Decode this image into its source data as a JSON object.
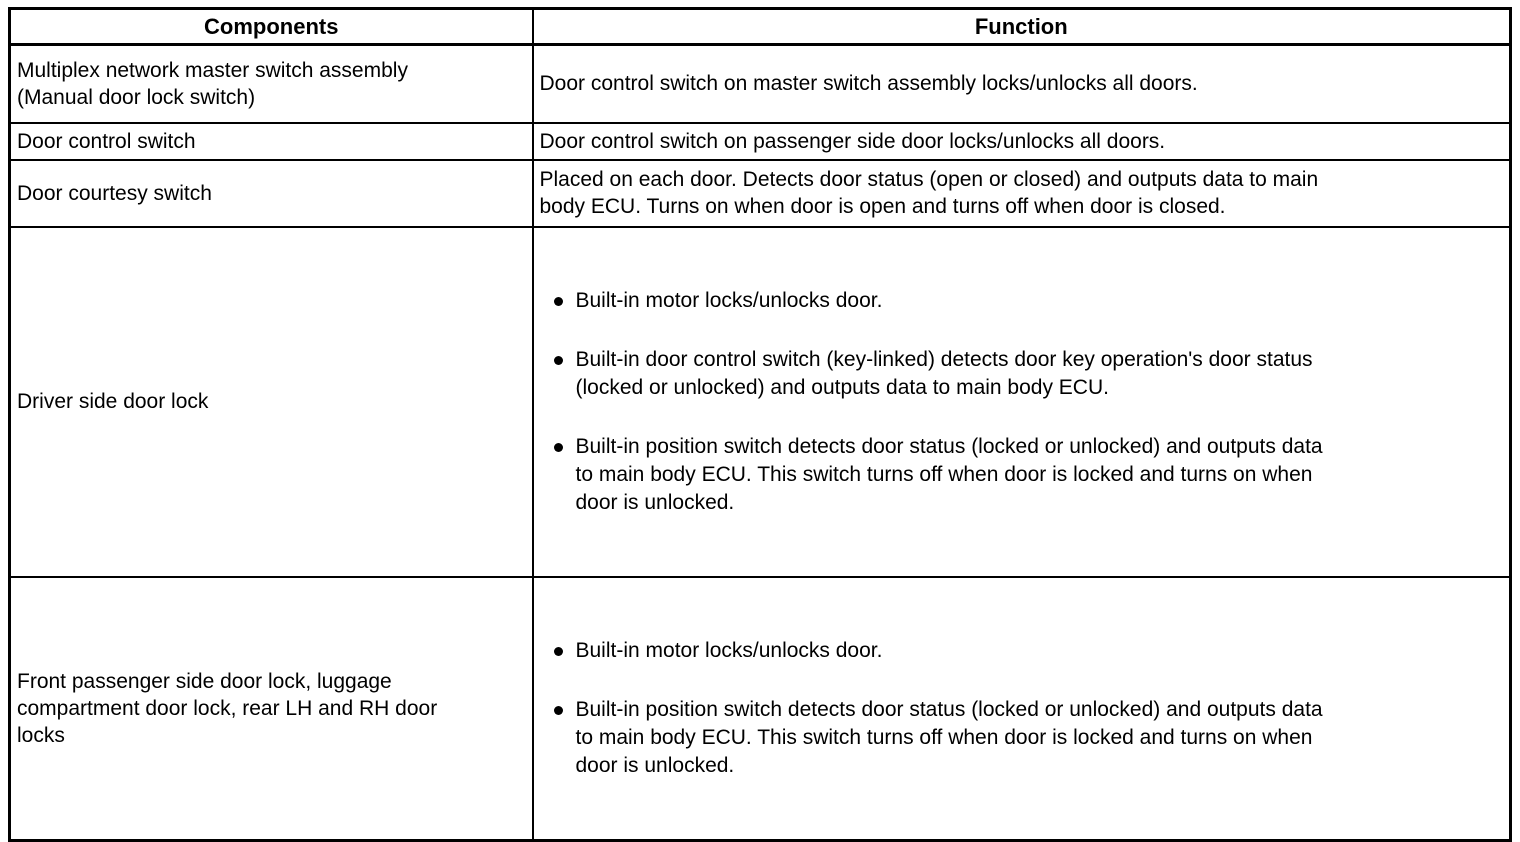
{
  "colors": {
    "border": "#000000",
    "background": "#ffffff",
    "text": "#000000"
  },
  "table": {
    "headers": {
      "components": "Components",
      "function": "Function"
    },
    "rows": [
      {
        "component": "Multiplex network master switch assembly\n(Manual door lock switch)",
        "function_text": "Door control switch on master switch assembly locks/unlocks all doors."
      },
      {
        "component": "Door control switch",
        "function_text": "Door control switch on passenger side door locks/unlocks all doors."
      },
      {
        "component": "Door courtesy switch",
        "function_text": "Placed on each door. Detects door status (open or closed) and outputs data to main\nbody ECU. Turns on when door is open and turns off when door is closed."
      },
      {
        "component": "Driver side door lock",
        "function_bullets": [
          "Built-in motor locks/unlocks door.",
          "Built-in door control switch (key-linked) detects door key operation's door status\n(locked or unlocked) and outputs data to main body ECU.",
          "Built-in position switch detects door status (locked or unlocked) and outputs data\nto main body ECU. This switch turns off when door is locked and turns on when\ndoor is unlocked."
        ]
      },
      {
        "component": "Front passenger side door lock, luggage\ncompartment door lock, rear LH and RH door\nlocks",
        "function_bullets": [
          "Built-in motor locks/unlocks door.",
          "Built-in position switch detects door status (locked or unlocked) and outputs data\nto main body ECU. This switch turns off when door is locked and turns on when\ndoor is unlocked."
        ]
      }
    ]
  }
}
